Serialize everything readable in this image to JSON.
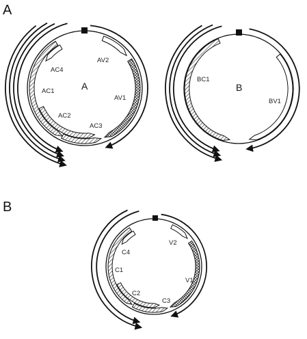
{
  "panel_labels": {
    "top": "A",
    "bottom": "B"
  },
  "genome_labels": {
    "dna_a": "A",
    "dna_b": "B"
  },
  "genes": {
    "dna_a": [
      "AV2",
      "AV1",
      "AC4",
      "AC1",
      "AC2",
      "AC3"
    ],
    "dna_b": [
      "BC1",
      "BV1"
    ],
    "monopartite": [
      "V2",
      "V1",
      "C4",
      "C1",
      "C2",
      "C3"
    ]
  },
  "colors": {
    "stroke": "#111111",
    "hatch": "#333333",
    "fill": "#ffffff"
  }
}
